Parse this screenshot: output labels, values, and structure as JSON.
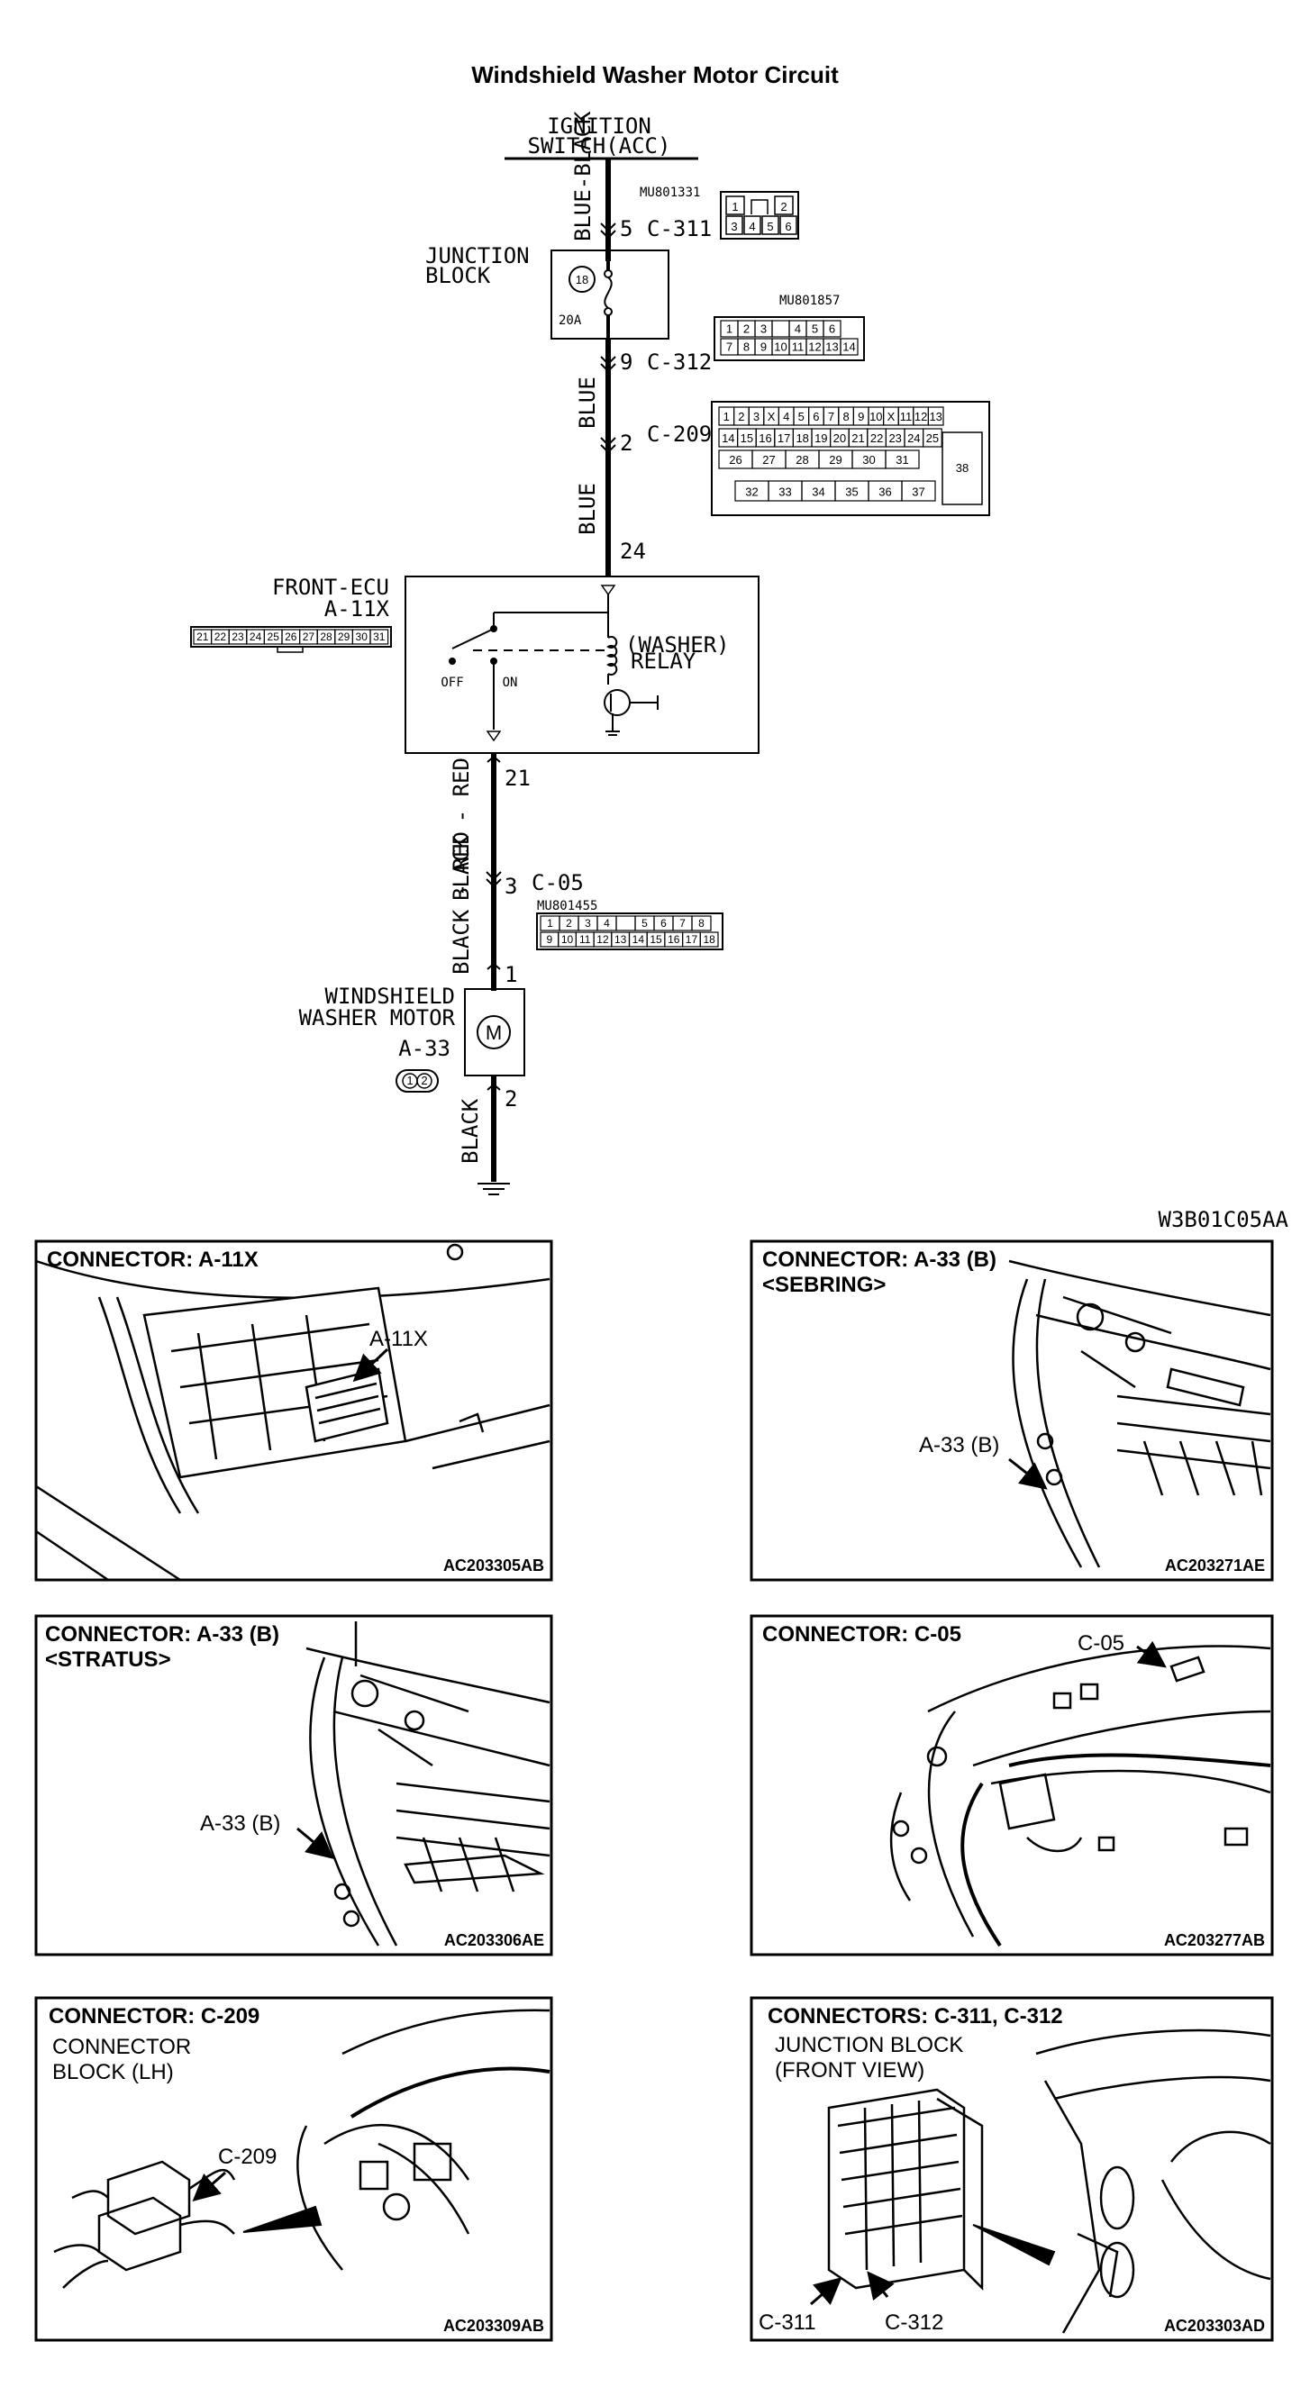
{
  "title": "Windshield Washer Motor Circuit",
  "figure_code": "W3B01C05AA",
  "ignition": {
    "line1": "IGNITION",
    "line2": "SWITCH(ACC)"
  },
  "wire_colors": {
    "blue_black": "BLUE-BLACK",
    "blue_1": "BLUE",
    "blue_2": "BLUE",
    "black_red_1": "BLACK - RED",
    "black_red_2": "BLACK - RED",
    "black": "BLACK"
  },
  "pins": {
    "c311": "5",
    "c312": "9",
    "c209": "2",
    "ecu_in": "24",
    "ecu_out": "21",
    "c05": "3",
    "motor_in": "1",
    "motor_out": "2"
  },
  "connectors": {
    "c311": "C-311",
    "c312": "C-312",
    "c209": "C-209",
    "c05": "C-05",
    "a11x": "A-11X",
    "a33": "A-33"
  },
  "part_numbers": {
    "c311": "MU801331",
    "c312": "MU801857",
    "c05": "MU801455"
  },
  "junction_block": {
    "line1": "JUNCTION",
    "line2": "BLOCK",
    "fuse_no": "18",
    "fuse_amp": "20A"
  },
  "ecu": {
    "name": "FRONT-ECU",
    "relay_line1": "(WASHER)",
    "relay_line2": "RELAY",
    "off": "OFF",
    "on": "ON"
  },
  "motor": {
    "line1": "WINDSHIELD",
    "line2": "WASHER MOTOR"
  },
  "c311_pins": [
    "1",
    "2",
    "3",
    "4",
    "5",
    "6"
  ],
  "c312_row1": [
    "1",
    "2",
    "3",
    "",
    "4",
    "5",
    "6"
  ],
  "c312_row2": [
    "7",
    "8",
    "9",
    "10",
    "11",
    "12",
    "13",
    "14"
  ],
  "c209_row1": [
    "1",
    "2",
    "3",
    "X",
    "4",
    "5",
    "6",
    "7",
    "8",
    "9",
    "10",
    "X",
    "11",
    "12",
    "13"
  ],
  "c209_row2": [
    "14",
    "15",
    "16",
    "17",
    "18",
    "19",
    "20",
    "21",
    "22",
    "23",
    "24",
    "25"
  ],
  "c209_row3": [
    "26",
    "27",
    "28",
    "29",
    "30",
    "31"
  ],
  "c209_row4": [
    "32",
    "33",
    "34",
    "35",
    "36",
    "37"
  ],
  "c209_big": "38",
  "a11x_pins": [
    "21",
    "22",
    "23",
    "24",
    "25",
    "26",
    "27",
    "28",
    "29",
    "30",
    "31"
  ],
  "c05_row1": [
    "1",
    "2",
    "3",
    "4",
    "",
    "5",
    "6",
    "7",
    "8"
  ],
  "c05_row2": [
    "9",
    "10",
    "11",
    "12",
    "13",
    "14",
    "15",
    "16",
    "17",
    "18"
  ],
  "a33_pins": [
    "1",
    "2"
  ],
  "panels": [
    {
      "title": "CONNECTOR: A-11X",
      "sub1": "",
      "sub2": "",
      "callouts": [
        "A-11X"
      ],
      "code": "AC203305AB"
    },
    {
      "title": "CONNECTOR: A-33 (B)",
      "sub1": "<SEBRING>",
      "sub2": "",
      "callouts": [
        "A-33 (B)"
      ],
      "code": "AC203271AE"
    },
    {
      "title": "CONNECTOR: A-33 (B)",
      "sub1": "<STRATUS>",
      "sub2": "",
      "callouts": [
        "A-33 (B)"
      ],
      "code": "AC203306AE"
    },
    {
      "title": "CONNECTOR: C-05",
      "sub1": "",
      "sub2": "",
      "callouts": [
        "C-05"
      ],
      "code": "AC203277AB"
    },
    {
      "title": "CONNECTOR: C-209",
      "sub1": "CONNECTOR",
      "sub2": "BLOCK (LH)",
      "callouts": [
        "C-209"
      ],
      "code": "AC203309AB"
    },
    {
      "title": "CONNECTORS: C-311, C-312",
      "sub1": "JUNCTION BLOCK",
      "sub2": "(FRONT VIEW)",
      "callouts": [
        "C-311",
        "C-312"
      ],
      "code": "AC203303AD"
    }
  ]
}
